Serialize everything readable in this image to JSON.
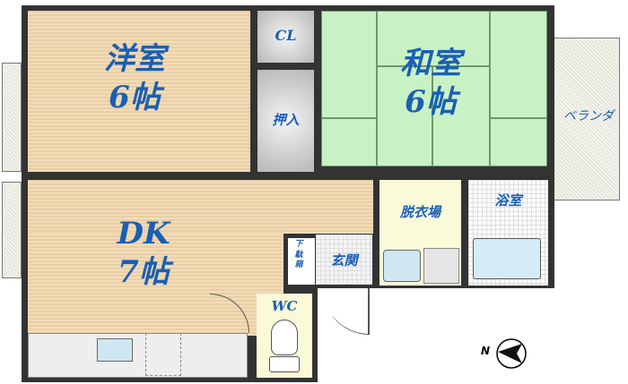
{
  "rooms": {
    "western": {
      "name": "洋室",
      "size": "6帖"
    },
    "closet": {
      "name": "CL"
    },
    "oshiire": {
      "name": "押入"
    },
    "japanese": {
      "name": "和室",
      "size": "6帖"
    },
    "veranda": {
      "name": "ベランダ"
    },
    "dk": {
      "name": "DK",
      "size": "7帖"
    },
    "dressing": {
      "name": "脱衣場"
    },
    "bath": {
      "name": "浴室"
    },
    "shoebox": {
      "name": "下駄箱"
    },
    "entrance": {
      "name": "玄関"
    },
    "wc": {
      "name": "WC"
    }
  },
  "compass": {
    "label": "N"
  },
  "colors": {
    "wall": "#333333",
    "label": "#1a5fb4",
    "wood": "#f3dcb8",
    "tatami": "#c9f2c4"
  }
}
